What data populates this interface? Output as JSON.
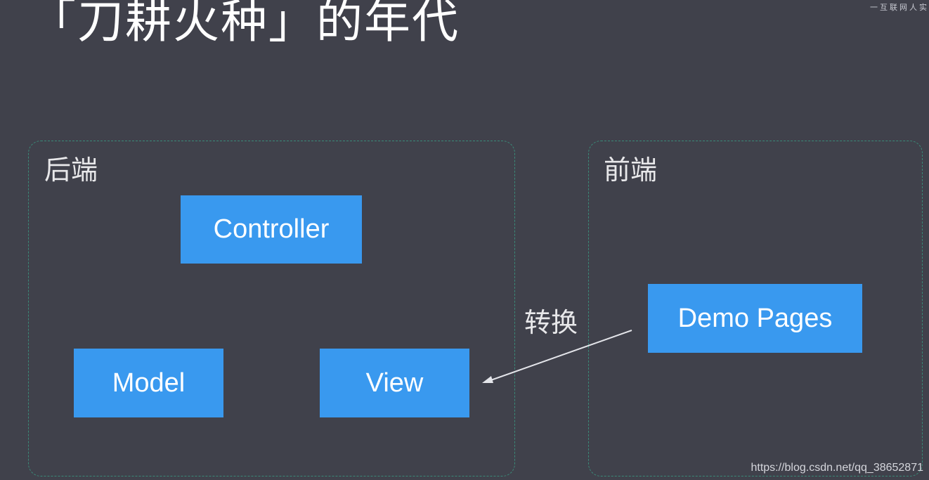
{
  "title": "「刀耕火种」的年代",
  "corner_text": "一互联网人实",
  "backend": {
    "label": "后端",
    "boxes": {
      "controller": "Controller",
      "model": "Model",
      "view": "View"
    }
  },
  "frontend": {
    "label": "前端",
    "boxes": {
      "demo_pages": "Demo Pages"
    }
  },
  "arrow_label": "转换",
  "watermark": "https://blog.csdn.net/qq_38652871",
  "colors": {
    "background": "#40414b",
    "box": "#3999ef",
    "dashed_border": "#3a8a78",
    "arrow": "#e4e5ea"
  }
}
